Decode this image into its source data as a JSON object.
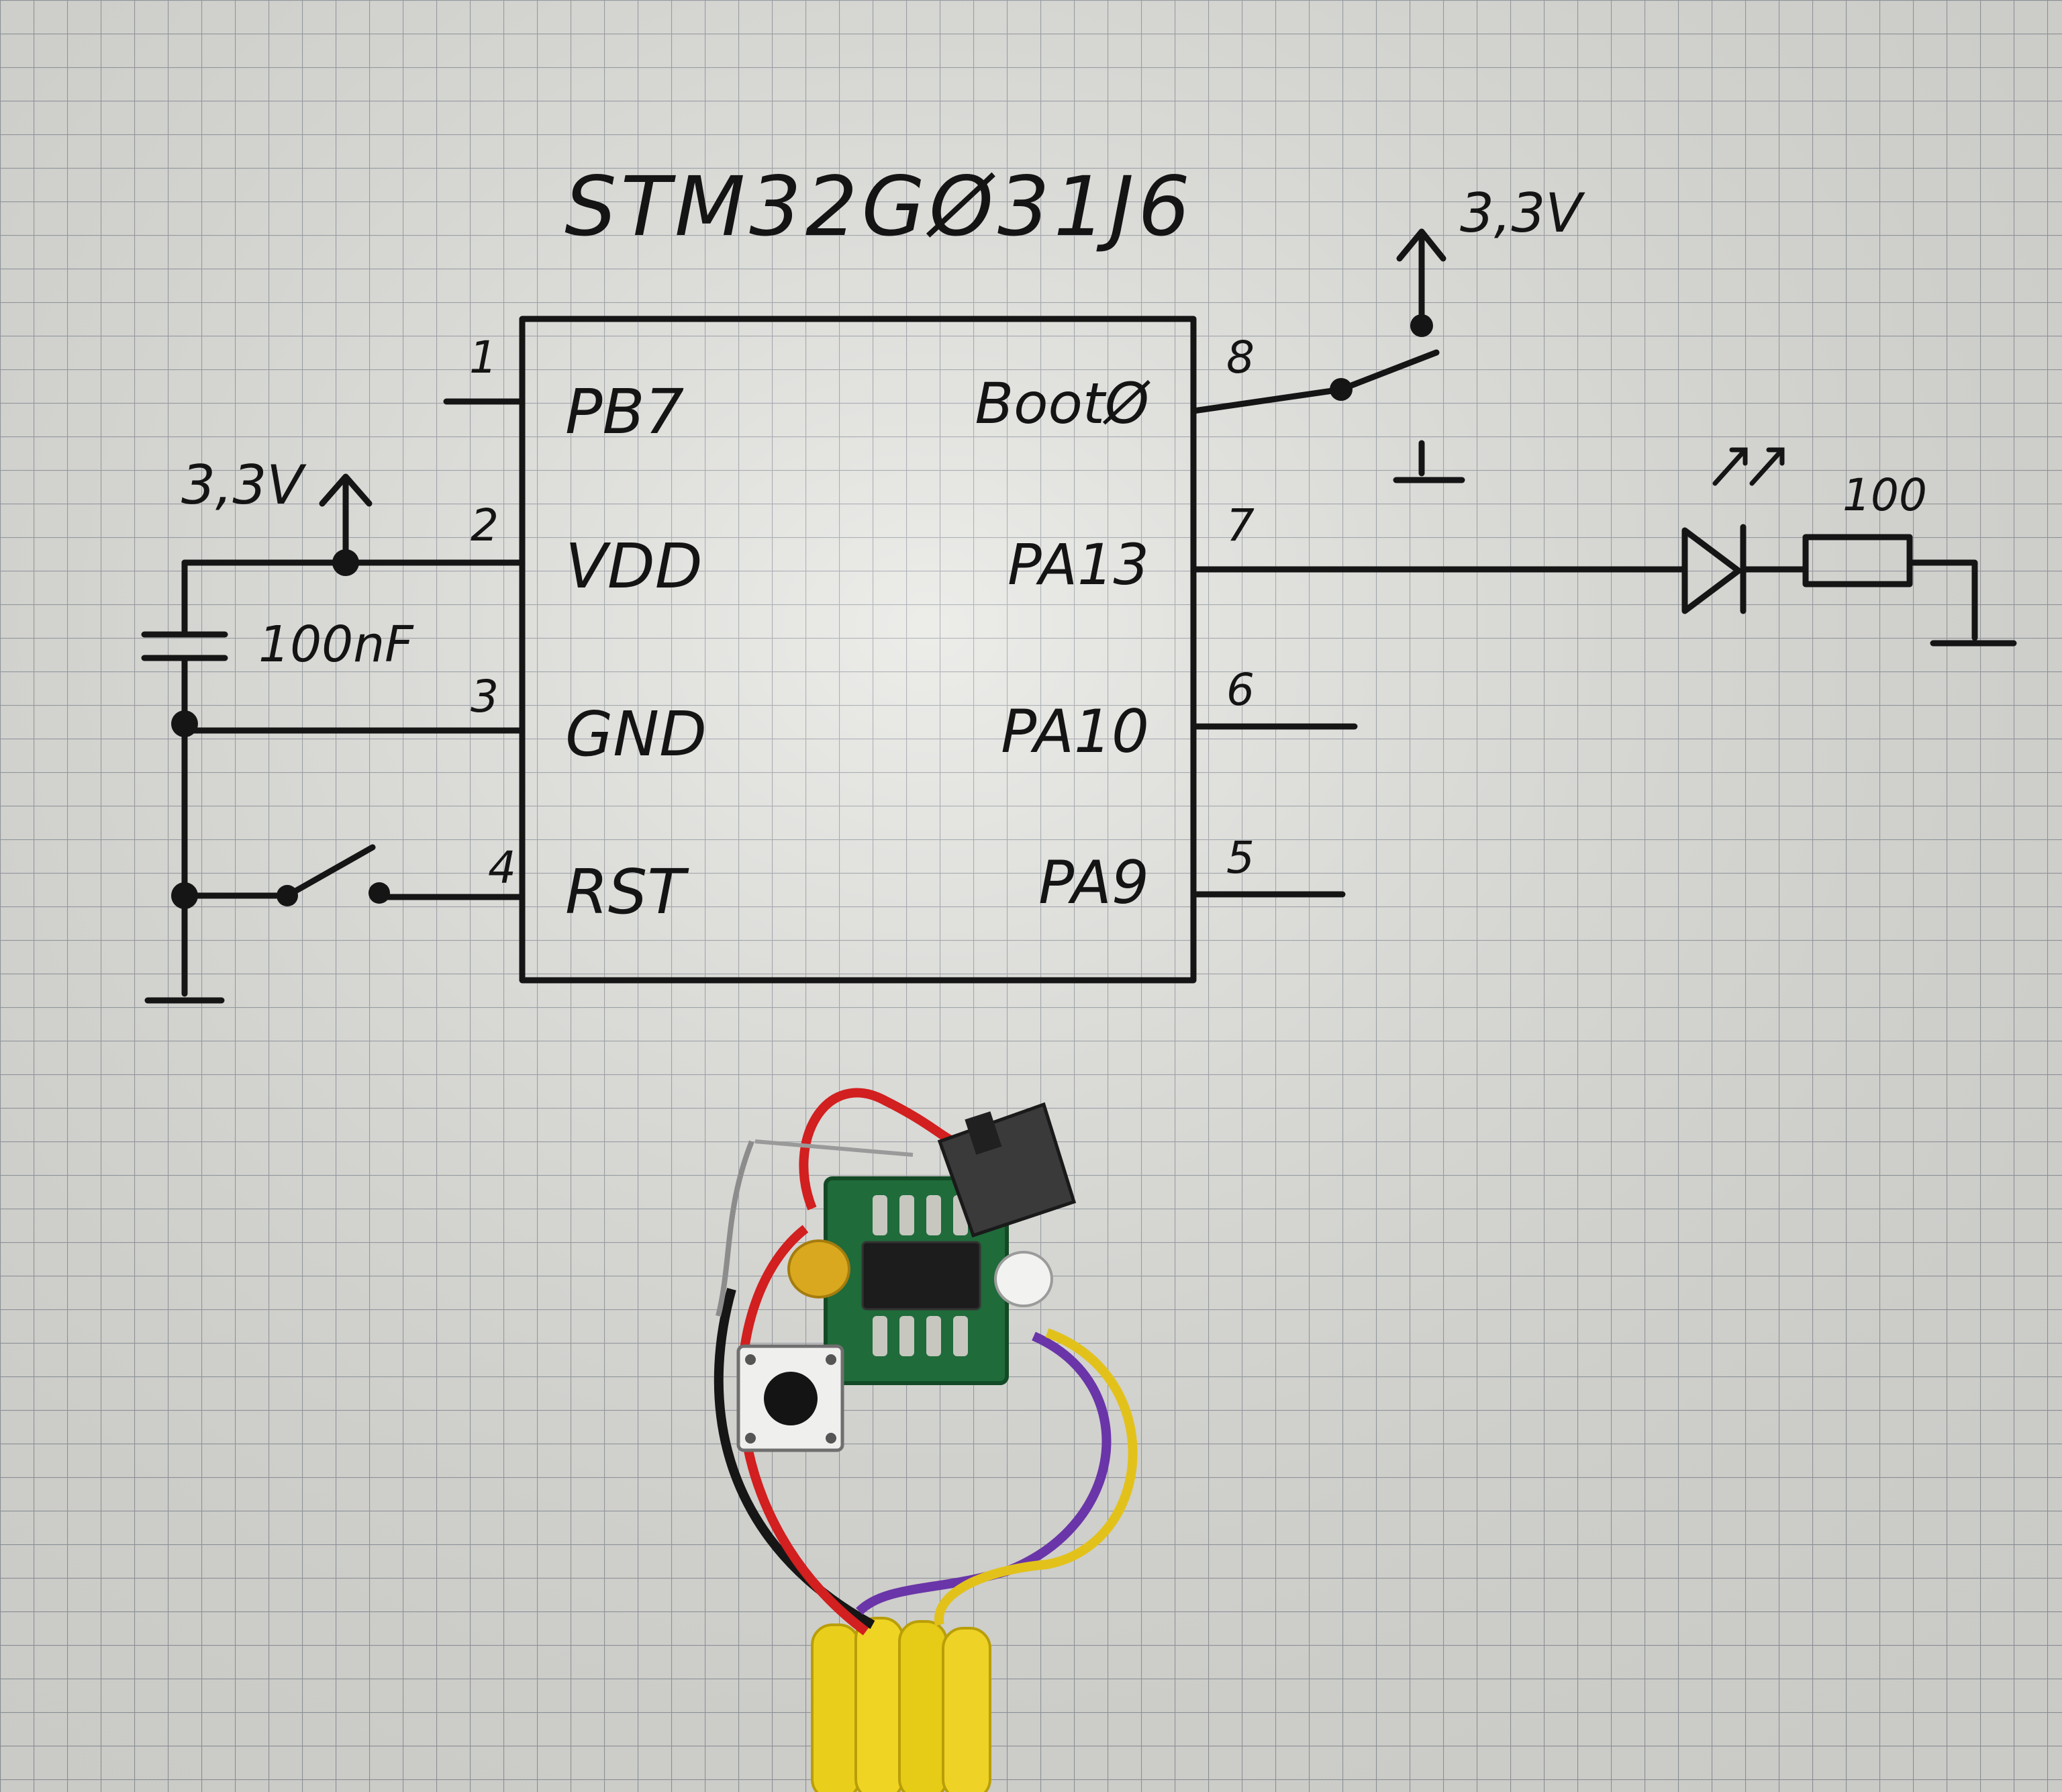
{
  "chip": {
    "name": "STM32GØ31J6",
    "pins_left": [
      {
        "num": "1",
        "label": "PB7"
      },
      {
        "num": "2",
        "label": "VDD"
      },
      {
        "num": "3",
        "label": "GND"
      },
      {
        "num": "4",
        "label": "RST"
      }
    ],
    "pins_right": [
      {
        "num": "8",
        "label": "BootØ"
      },
      {
        "num": "7",
        "label": "PA13"
      },
      {
        "num": "6",
        "label": "PA10"
      },
      {
        "num": "5",
        "label": "PA9"
      }
    ]
  },
  "supply_left": "3,3V",
  "supply_right": "3,3V",
  "capacitor_value": "100nF",
  "resistor_value": "100",
  "colors": {
    "paper": "#e6e6e2",
    "grid": "#9aa0a6",
    "ink": "#151515",
    "pcb": "#1f6b3a",
    "wire_red": "#d21f1f",
    "wire_yellow": "#e2c21a",
    "wire_purple": "#6a35a8",
    "wire_black": "#161616",
    "tube": "#e9cf1c"
  }
}
